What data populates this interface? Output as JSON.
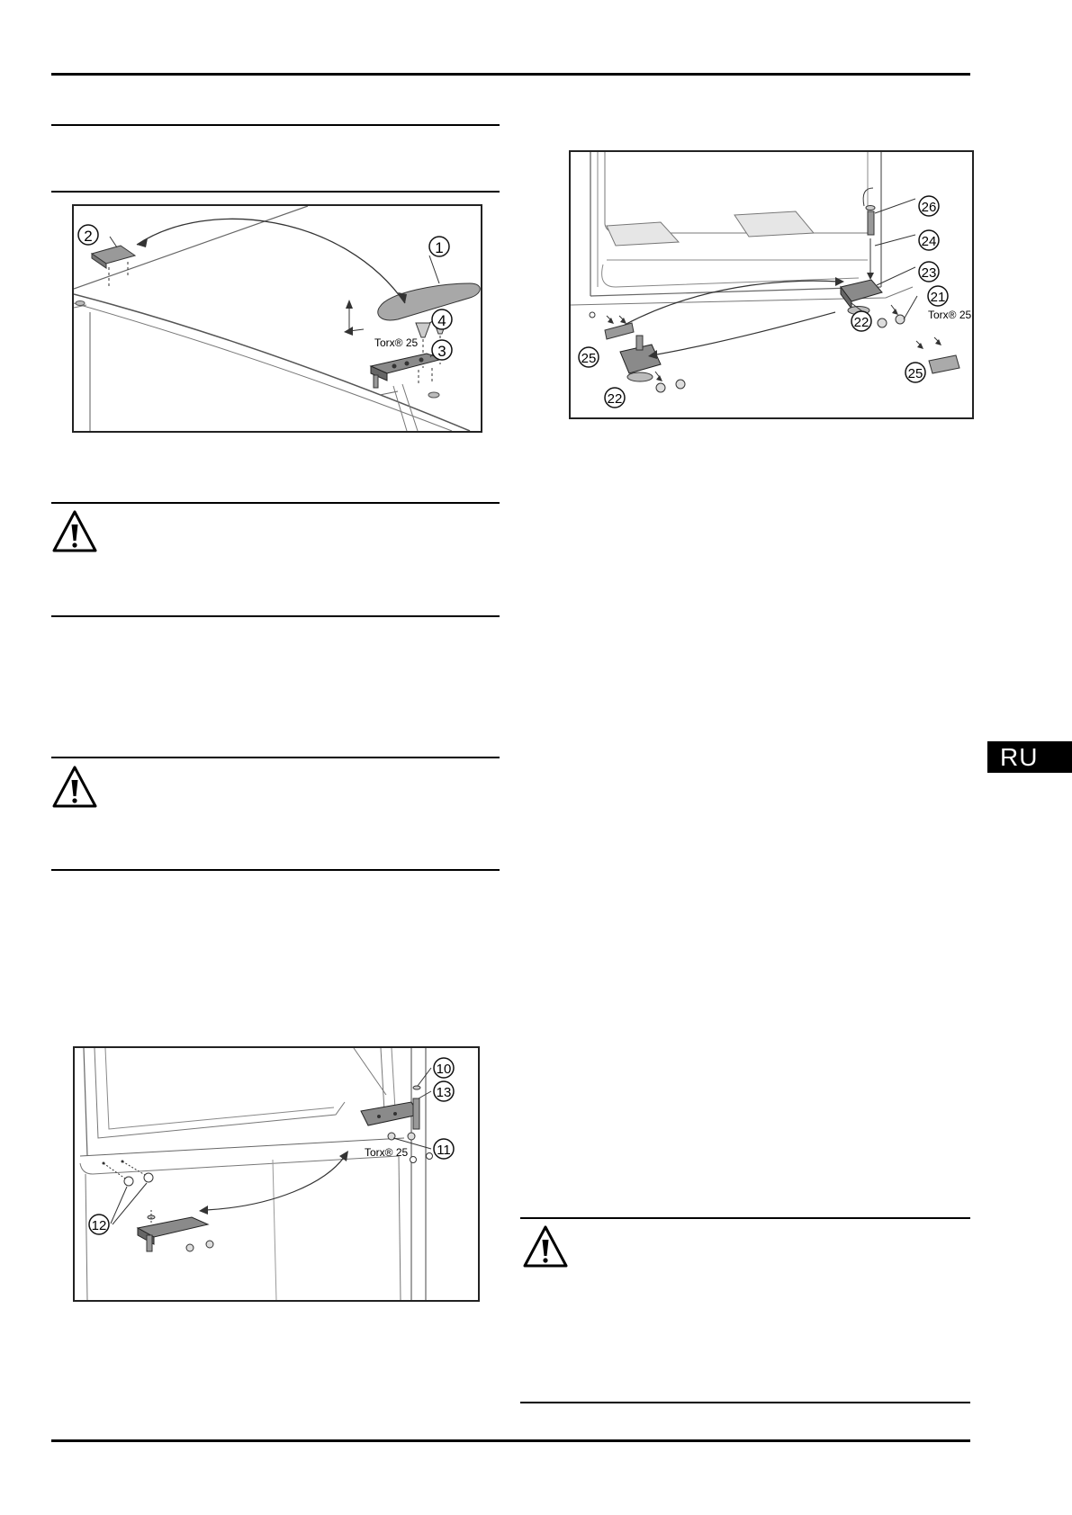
{
  "page": {
    "language_tab": "RU"
  },
  "figures": {
    "top_hinge": {
      "labels": [
        "1",
        "2",
        "3",
        "4"
      ],
      "screw_label": "Torx® 25"
    },
    "bottom_hinge": {
      "labels": [
        "21",
        "22",
        "22",
        "23",
        "24",
        "25",
        "25",
        "26"
      ],
      "screw_label": "Torx® 25"
    },
    "middle_hinge": {
      "labels": [
        "10",
        "11",
        "12",
        "13"
      ],
      "screw_label": "Torx® 25"
    }
  },
  "icons": [
    "warning-triangle-icon"
  ]
}
